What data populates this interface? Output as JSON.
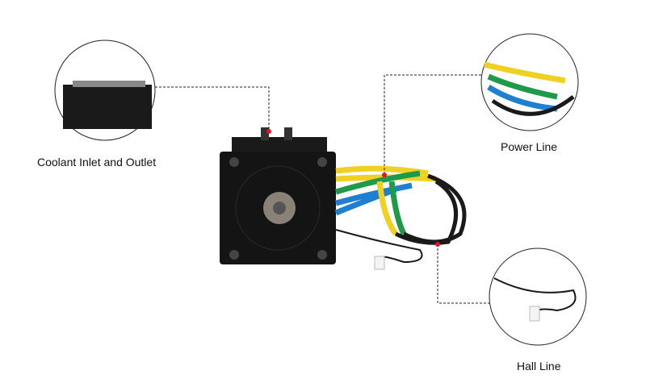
{
  "callouts": {
    "coolant": "Coolant Inlet and Outlet",
    "power": "Power Line",
    "hall": "Hall Line"
  },
  "colors": {
    "marker": "#e8141c",
    "body": "#141414",
    "yellow": "#f0d020",
    "green": "#1f9a4a",
    "blue": "#1f7fd0"
  }
}
